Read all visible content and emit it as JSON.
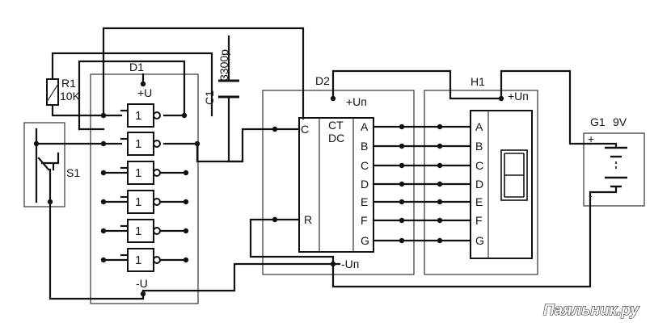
{
  "components": {
    "r1": {
      "ref": "R1",
      "value": "10K"
    },
    "c1": {
      "ref": "C1",
      "value": "3300p"
    },
    "d1": {
      "ref": "D1",
      "pos_supply": "+U",
      "neg_supply": "-U",
      "gate_label": "1"
    },
    "s1": {
      "ref": "S1"
    },
    "d2": {
      "ref": "D2",
      "supply_pos": "+Uп",
      "supply_neg": "-Uп",
      "pin_c": "C",
      "pin_r": "R",
      "title_1": "CT",
      "title_2": "DC",
      "outputs": [
        "A",
        "B",
        "C",
        "D",
        "E",
        "F",
        "G"
      ]
    },
    "h1": {
      "ref": "H1",
      "supply_pos": "+Uп",
      "inputs": [
        "A",
        "B",
        "C",
        "D",
        "E",
        "F",
        "G"
      ],
      "digit": "8"
    },
    "g1": {
      "ref": "G1",
      "voltage": "9V",
      "plus": "+",
      "minus": "-"
    }
  },
  "watermark": "Паяльник.ру"
}
